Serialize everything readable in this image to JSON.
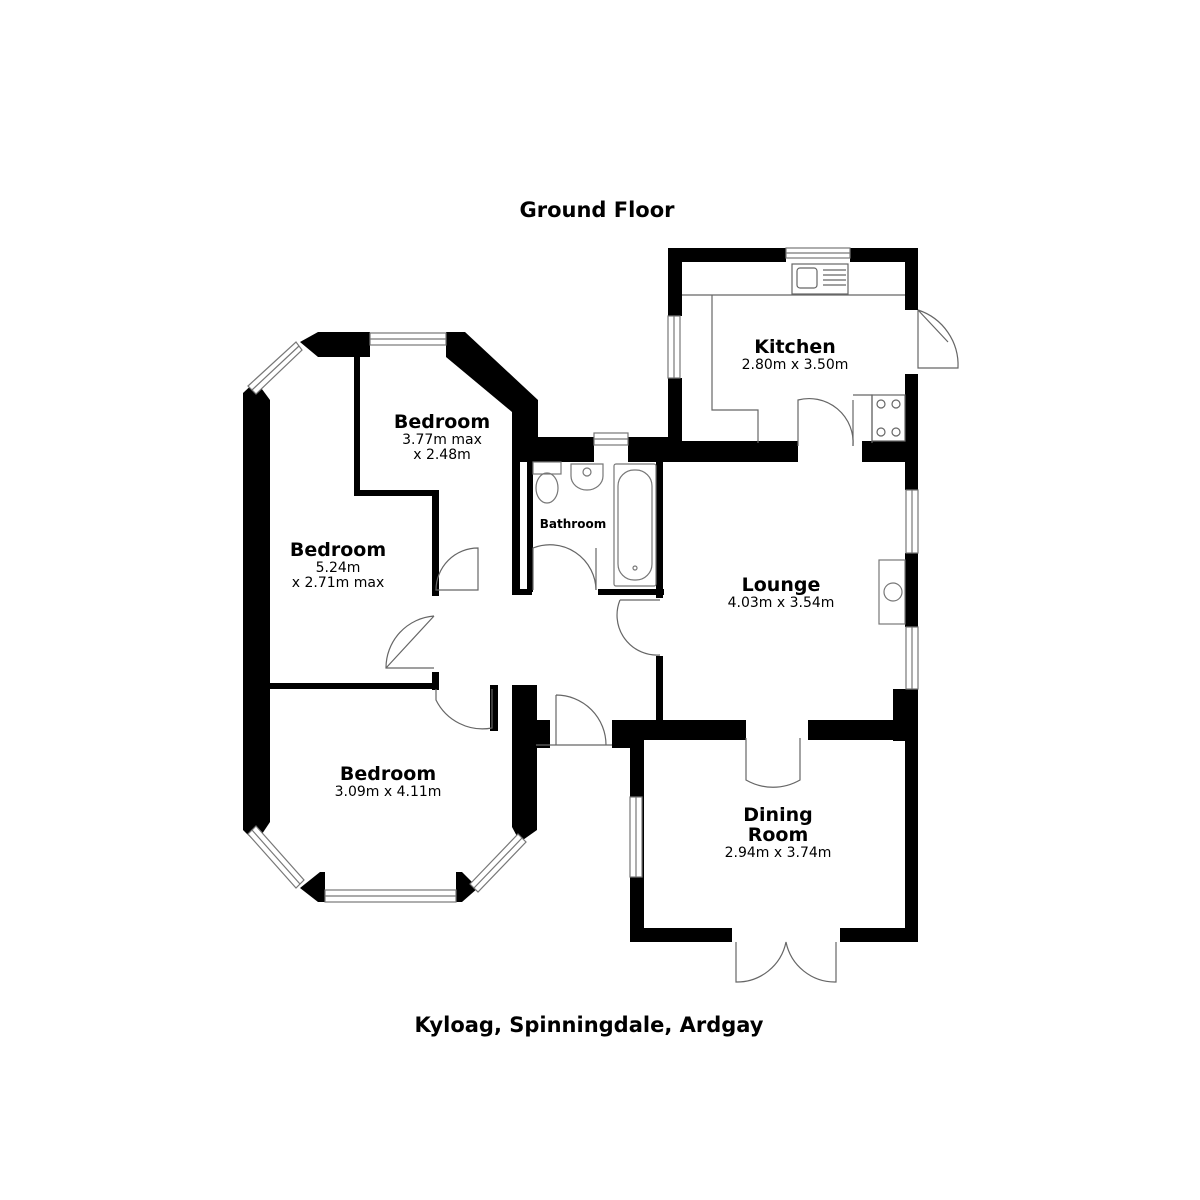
{
  "floor": {
    "title": "Ground Floor"
  },
  "address": "Kyloag, Spinningdale, Ardgay",
  "rooms": {
    "bedroom_top": {
      "name": "Bedroom",
      "dim1": "3.77m max",
      "dim2": "x 2.48m"
    },
    "bedroom_left": {
      "name": "Bedroom",
      "dim1": "5.24m",
      "dim2": "x 2.71m max"
    },
    "bedroom_bottom": {
      "name": "Bedroom",
      "dim1": "3.09m x 4.11m"
    },
    "kitchen": {
      "name": "Kitchen",
      "dim1": "2.80m x 3.50m"
    },
    "bathroom": {
      "name": "Bathroom"
    },
    "lounge": {
      "name": "Lounge",
      "dim1": "4.03m x 3.54m"
    },
    "dining": {
      "name1": "Dining",
      "name2": "Room",
      "dim1": "2.94m x 3.74m"
    }
  },
  "colors": {
    "wall": "#000000",
    "background": "#ffffff",
    "fixture": "#888888"
  }
}
